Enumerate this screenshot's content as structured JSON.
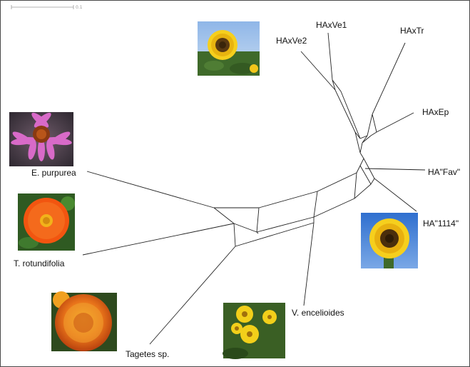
{
  "scale_bar": {
    "label": "0.1"
  },
  "taxa": {
    "haxve1": "HAxVe1",
    "haxve2": "HAxVe2",
    "haxtr": "HAxTr",
    "haxep": "HAxEp",
    "ha_fav": "HA\"Fav\"",
    "ha_1114": "HA\"1114\"",
    "e_purpurea": "E. purpurea",
    "t_rotundifolia": "T. rotundifolia",
    "tagetes": "Tagetes sp.",
    "v_encelioides": "V. encelioides"
  },
  "photos": [
    {
      "name": "sunflower-field-photo",
      "subject": "sunflower"
    },
    {
      "name": "echinacea-photo",
      "subject": "purple coneflower"
    },
    {
      "name": "tithonia-photo",
      "subject": "orange flower"
    },
    {
      "name": "marigold-photo",
      "subject": "marigold"
    },
    {
      "name": "verbesina-photo",
      "subject": "yellow daisies"
    },
    {
      "name": "sunflower-sky-photo",
      "subject": "sunflower"
    }
  ],
  "colors": {
    "frame": "#4a4a4a",
    "edges": "#222222",
    "sky_blue": "#5b8fd6",
    "sunflower_yellow": "#f2c61a",
    "echinacea_pink": "#d86ac8",
    "tithonia_orange": "#f25510",
    "marigold_orange": "#e8731a"
  }
}
